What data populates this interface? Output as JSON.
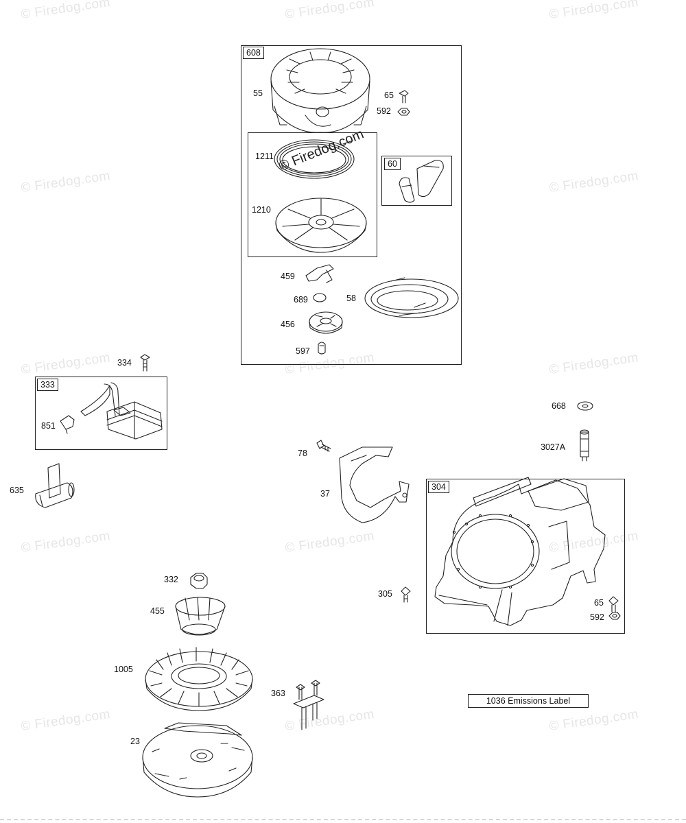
{
  "watermark": {
    "text": "© Firedog.com"
  },
  "callouts": {
    "l608": "608",
    "l55": "55",
    "l65a": "65",
    "l592a": "592",
    "l1211": "1211",
    "l60": "60",
    "l1210": "1210",
    "l459": "459",
    "l689": "689",
    "l58": "58",
    "l456": "456",
    "l597": "597",
    "l334": "334",
    "l333": "333",
    "l851": "851",
    "l635": "635",
    "l668": "668",
    "l3027a": "3027A",
    "l78": "78",
    "l37": "37",
    "l304": "304",
    "l305": "305",
    "l65b": "65",
    "l592b": "592",
    "l332": "332",
    "l455": "455",
    "l1005": "1005",
    "l363": "363",
    "l23": "23"
  },
  "emissions_label": "1036 Emissions Label"
}
